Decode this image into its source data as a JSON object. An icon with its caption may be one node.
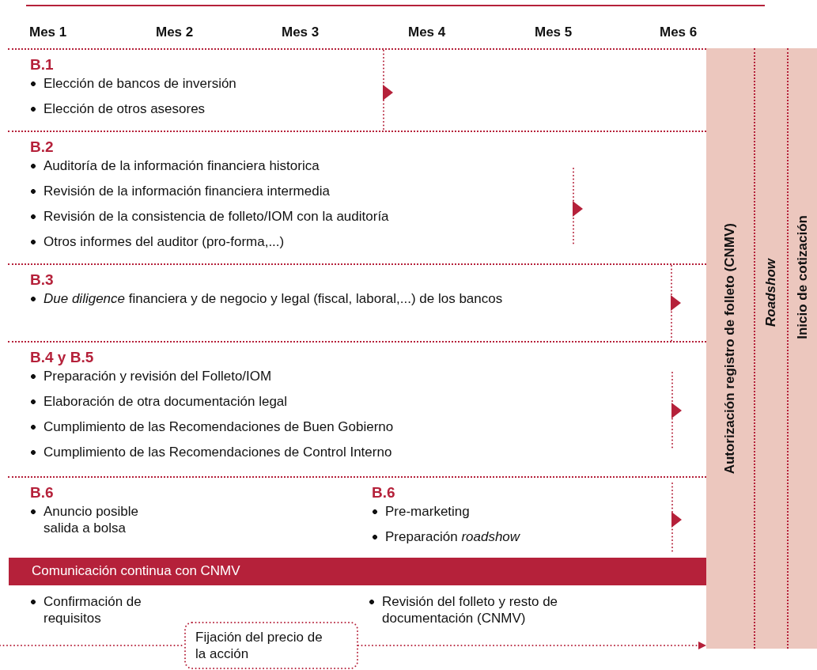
{
  "diagram": {
    "nodes": [
      {
        "text": [
          "B.1",
          "Elección de bancos de inversión",
          "Elección de otros asesores"
        ]
      },
      {
        "text": [
          "B.2",
          "Auditoría de la información financiera historica",
          "Revisión de la información financiera intermedia",
          "Revisión de la consistencia de folleto/IOM con la auditoría",
          "Otros informes del auditor (pro-forma,...)"
        ]
      },
      {
        "text": [
          "B.3",
          "*Due diligence* financiera y de negocio y legal (fiscal, laboral,...) de los bancos"
        ]
      },
      {
        "text": [
          "B.4 y B.5",
          "Preparación y revisión del Folleto/IOM",
          "Elaboración de otra documentación legal",
          "Cumplimiento de las Recomendaciones de Buen Gobierno",
          "Cumplimiento de las Recomendaciones de Control Interno"
        ]
      },
      {
        "text": [
          "B.6",
          "Anuncio posible salida a bolsa",
          "B.6",
          "Pre-marketing",
          "Preparación *roadshow*"
        ]
      },
      {
        "text": [
          "Comunicación continua con CNMV"
        ]
      },
      {
        "text": [
          "Fijación del precio de la acción"
        ]
      },
      {
        "text": [
          "Autorización registro de folleto (CNMV)"
        ]
      },
      {
        "text": [
          "Roadshow"
        ]
      },
      {
        "text": [
          "Inicio de cotización"
        ]
      }
    ],
    "edges": [
      {
        "from": null,
        "to": 6,
        "arrow": "none"
      },
      {
        "from": 6,
        "to": 7,
        "arrow": "to"
      }
    ],
    "labels": [
      "Mes 1",
      "Mes 2",
      "Mes 3",
      "Mes 4",
      "Mes 5",
      "Mes 6",
      "Confirmación de requisitos",
      "Revisión del folleto y resto de documentación (CNMV)"
    ]
  }
}
